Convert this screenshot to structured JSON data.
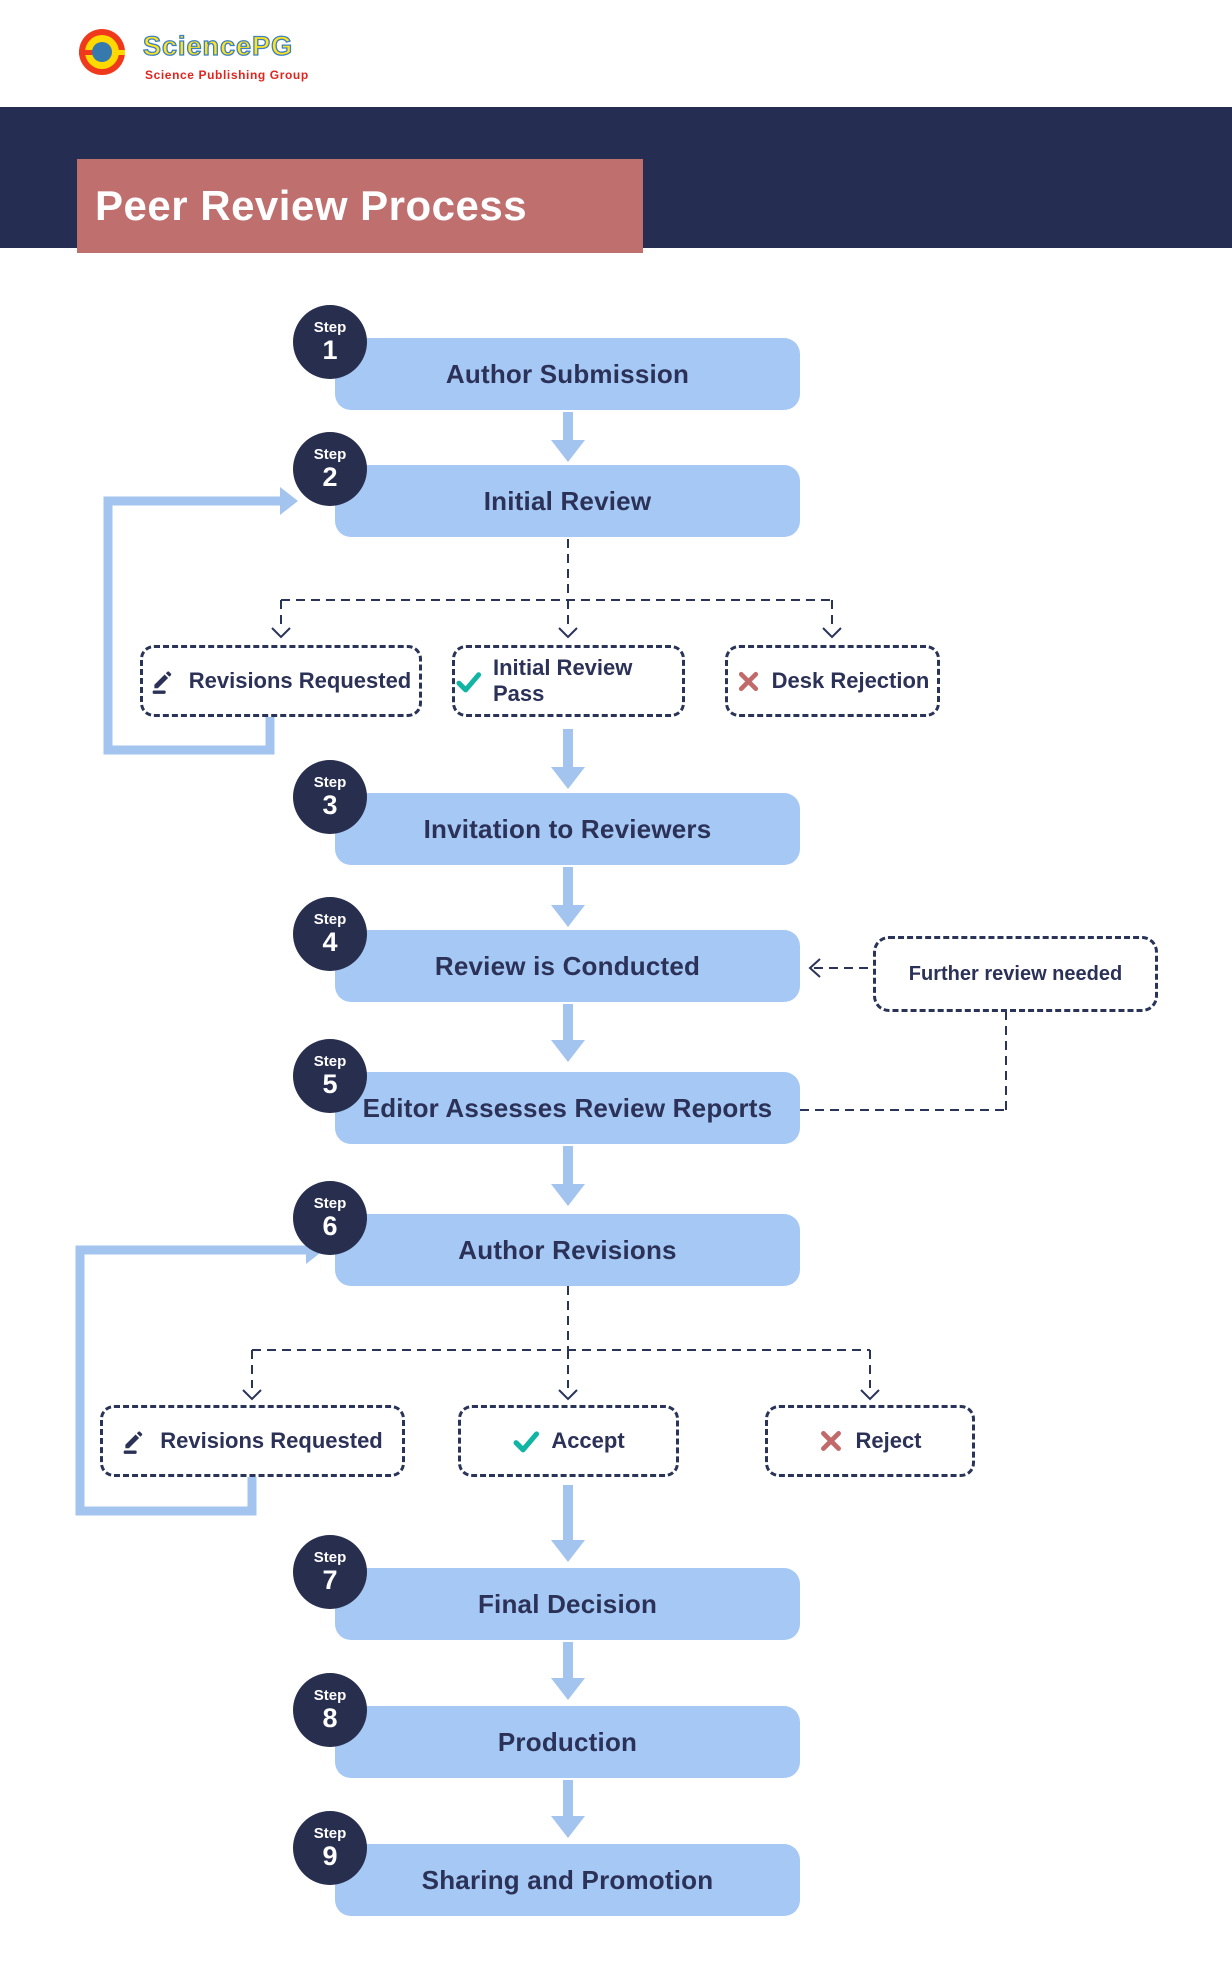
{
  "logo": {
    "name": "SciencePG",
    "tagline": "Science Publishing Group"
  },
  "title": "Peer Review Process",
  "labels": {
    "step": "Step"
  },
  "steps": [
    {
      "num": "1",
      "label": "Author Submission"
    },
    {
      "num": "2",
      "label": "Initial Review"
    },
    {
      "num": "3",
      "label": "Invitation to Reviewers"
    },
    {
      "num": "4",
      "label": "Review is Conducted"
    },
    {
      "num": "5",
      "label": "Editor Assesses Review Reports"
    },
    {
      "num": "6",
      "label": "Author Revisions"
    },
    {
      "num": "7",
      "label": "Final Decision"
    },
    {
      "num": "8",
      "label": "Production"
    },
    {
      "num": "9",
      "label": "Sharing and Promotion"
    }
  ],
  "branches_initial": [
    {
      "icon": "pencil-icon",
      "label": "Revisions Requested"
    },
    {
      "icon": "check-icon",
      "label": "Initial Review Pass"
    },
    {
      "icon": "x-icon",
      "label": "Desk Rejection"
    }
  ],
  "branches_decision": [
    {
      "icon": "pencil-icon",
      "label": "Revisions Requested"
    },
    {
      "icon": "check-icon",
      "label": "Accept"
    },
    {
      "icon": "x-icon",
      "label": "Reject"
    }
  ],
  "side_note": {
    "label": "Further review needed"
  },
  "colors": {
    "navy": "#252e52",
    "circle_navy": "#272e4e",
    "box_blue": "#a6c8f4",
    "arrow_blue": "#a3c4ef",
    "salmon": "#c06f6f",
    "teal_check": "#12b5a4",
    "red_x": "#c26a6a",
    "text_navy": "#2b3157",
    "logo_yellow": "#ffe41f",
    "logo_red": "#f0381c",
    "logo_blue": "#3579ad"
  }
}
